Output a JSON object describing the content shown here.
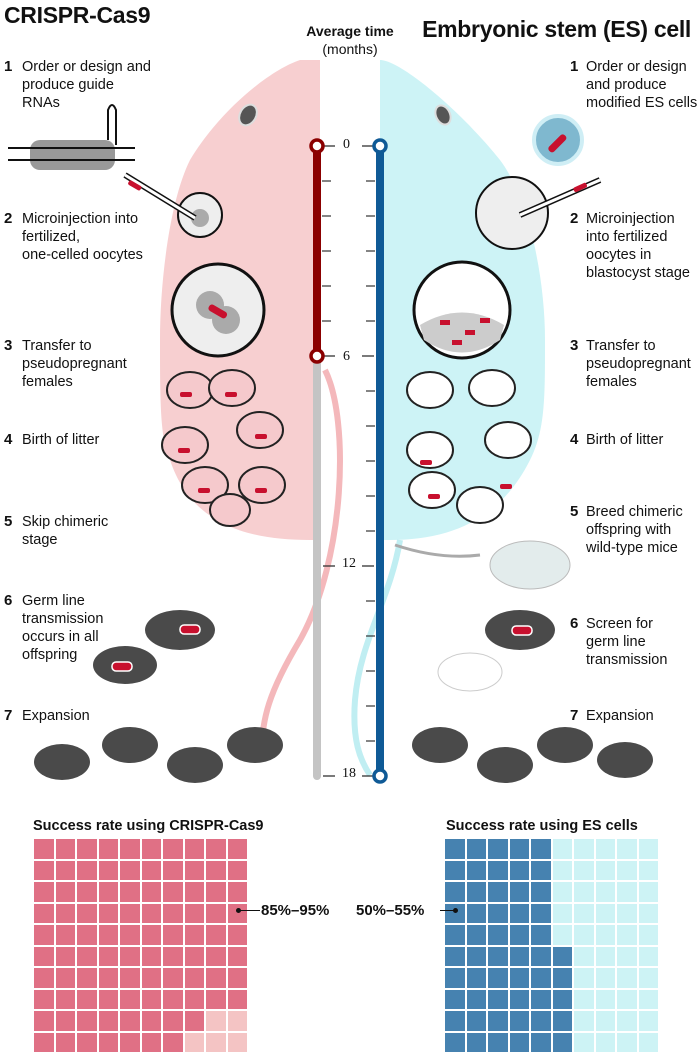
{
  "left": {
    "title": "CRISPR-Cas9",
    "steps": [
      {
        "num": "1",
        "text": "Order or design and\nproduce guide RNAs"
      },
      {
        "num": "2",
        "text": "Microinjection into\nfertilized,\none-celled oocytes"
      },
      {
        "num": "3",
        "text": "Transfer to\npseudopregnant\nfemales"
      },
      {
        "num": "4",
        "text": "Birth of litter"
      },
      {
        "num": "5",
        "text": "Skip chimeric\nstage"
      },
      {
        "num": "6",
        "text": "Germ line\ntransmission\noccurs in all\noffspring"
      },
      {
        "num": "7",
        "text": "Expansion"
      }
    ]
  },
  "right": {
    "title": "Embryonic stem (ES) cell",
    "steps": [
      {
        "num": "1",
        "text": "Order or design\nand produce\nmodified ES cells"
      },
      {
        "num": "2",
        "text": "Microinjection\ninto fertilized\noocytes in\nblastocyst stage"
      },
      {
        "num": "3",
        "text": "Transfer to\npseudopregnant\nfemales"
      },
      {
        "num": "4",
        "text": "Birth of litter"
      },
      {
        "num": "5",
        "text": "Breed chimeric\noffspring with\nwild-type mice"
      },
      {
        "num": "6",
        "text": "Screen for\ngerm line\ntransmission"
      },
      {
        "num": "7",
        "text": "Expansion"
      }
    ]
  },
  "timeline": {
    "title": "Average time",
    "unit": "(months)",
    "tick_labels": [
      "0",
      "6",
      "12",
      "18"
    ],
    "crispr_months": 6,
    "es_months": 18,
    "max_months": 18,
    "colors": {
      "crispr": "#8b0000",
      "es": "#0f5a96",
      "remainder": "#c4c4c4"
    }
  },
  "chart_data": [
    {
      "type": "waffle",
      "title": "Success rate using CRISPR-Cas9",
      "label": "85%–95%",
      "filled_cells": 95,
      "total_cells": 100,
      "colors": {
        "filled": "#e07085",
        "empty": "#f4c4c4"
      }
    },
    {
      "type": "waffle",
      "title": "Success rate using ES cells",
      "label": "50%–55%",
      "filled_cells": 55,
      "total_cells": 100,
      "colors": {
        "filled": "#4682b0",
        "empty": "#cdf3f5"
      }
    }
  ],
  "colors": {
    "crispr_bg": "#f7cfd0",
    "es_bg": "#cdf3f6",
    "mouse_dark": "#4a4a4a",
    "red": "#c8102e"
  }
}
